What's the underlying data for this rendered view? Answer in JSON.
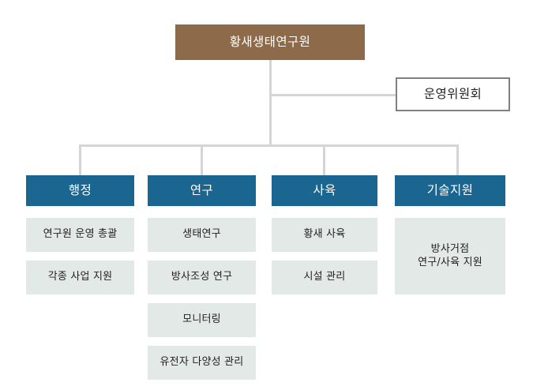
{
  "chart": {
    "type": "org-chart",
    "root": {
      "label": "황새생태연구원",
      "color": "#8d6b4a"
    },
    "side_node": {
      "label": "운영위원회",
      "border_color": "#808080",
      "background": "#ffffff"
    },
    "connector_color": "#d4d6d6",
    "department_header_color": "#1b6690",
    "department_item_color": "#e2e9e6",
    "departments": [
      {
        "label": "행정",
        "items": [
          "연구원 운영 총괄",
          "각종 사업 지원"
        ]
      },
      {
        "label": "연구",
        "items": [
          "생태연구",
          "방사조성 연구",
          "모니터링",
          "유전자 다양성 관리"
        ]
      },
      {
        "label": "사육",
        "items": [
          "황새 사육",
          "시설 관리"
        ]
      },
      {
        "label": "기술지원",
        "items": [
          "방사거점\n연구/사육 지원"
        ]
      }
    ]
  }
}
